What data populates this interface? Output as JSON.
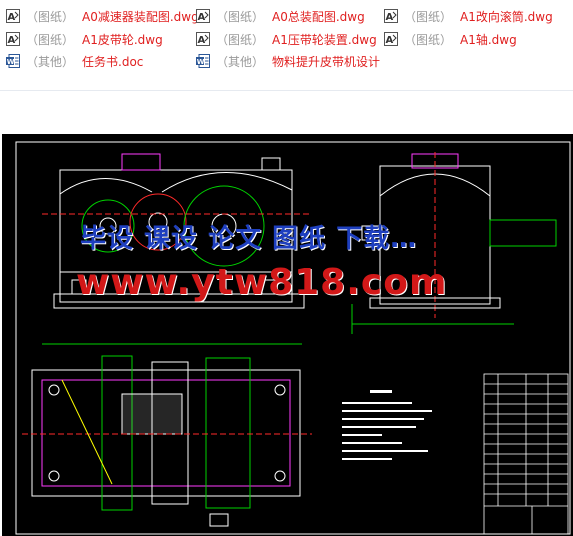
{
  "files": [
    {
      "category": "（图纸）",
      "name": "A0减速器装配图.dwg",
      "icon": "dwg-file-icon"
    },
    {
      "category": "（图纸）",
      "name": "A0总装配图.dwg",
      "icon": "dwg-file-icon"
    },
    {
      "category": "（图纸）",
      "name": "A1改向滚筒.dwg",
      "icon": "dwg-file-icon"
    },
    {
      "category": "（图纸）",
      "name": "A1皮带轮.dwg",
      "icon": "dwg-file-icon"
    },
    {
      "category": "（图纸）",
      "name": "A1压带轮装置.dwg",
      "icon": "dwg-file-icon"
    },
    {
      "category": "（图纸）",
      "name": "A1轴.dwg",
      "icon": "dwg-file-icon"
    },
    {
      "category": "（其他）",
      "name": "任务书.doc",
      "icon": "word-doc-icon"
    },
    {
      "category": "（其他）",
      "name": "物料提升皮带机设计",
      "icon": "word-doc-icon"
    }
  ],
  "watermark": {
    "line1": "毕设 课设 论文 图纸 下载…",
    "line2": "www.ytw818.com"
  },
  "colors": {
    "file_name": "#e02020",
    "category": "#9a9a9a",
    "drawing_background": "#000000",
    "cad_white": "#ffffff",
    "cad_green": "#00d200",
    "cad_magenta": "#ff3cff",
    "cad_red": "#ff2a2a",
    "cad_yellow": "#ffff00"
  }
}
